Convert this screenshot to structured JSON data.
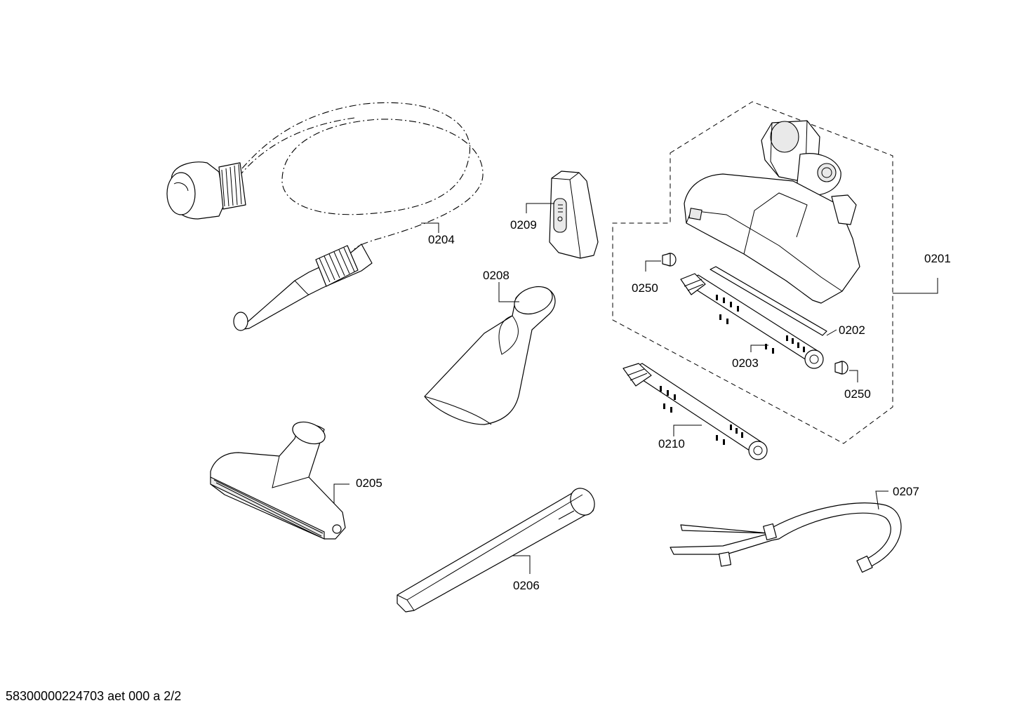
{
  "callouts": {
    "p0201": "0201",
    "p0202": "0202",
    "p0203": "0203",
    "p0204": "0204",
    "p0205": "0205",
    "p0206": "0206",
    "p0207": "0207",
    "p0208": "0208",
    "p0209": "0209",
    "p0210": "0210",
    "p0250a": "0250",
    "p0250b": "0250"
  },
  "footer": {
    "document_id": "58300000224703 aet 000 a 2/2"
  }
}
